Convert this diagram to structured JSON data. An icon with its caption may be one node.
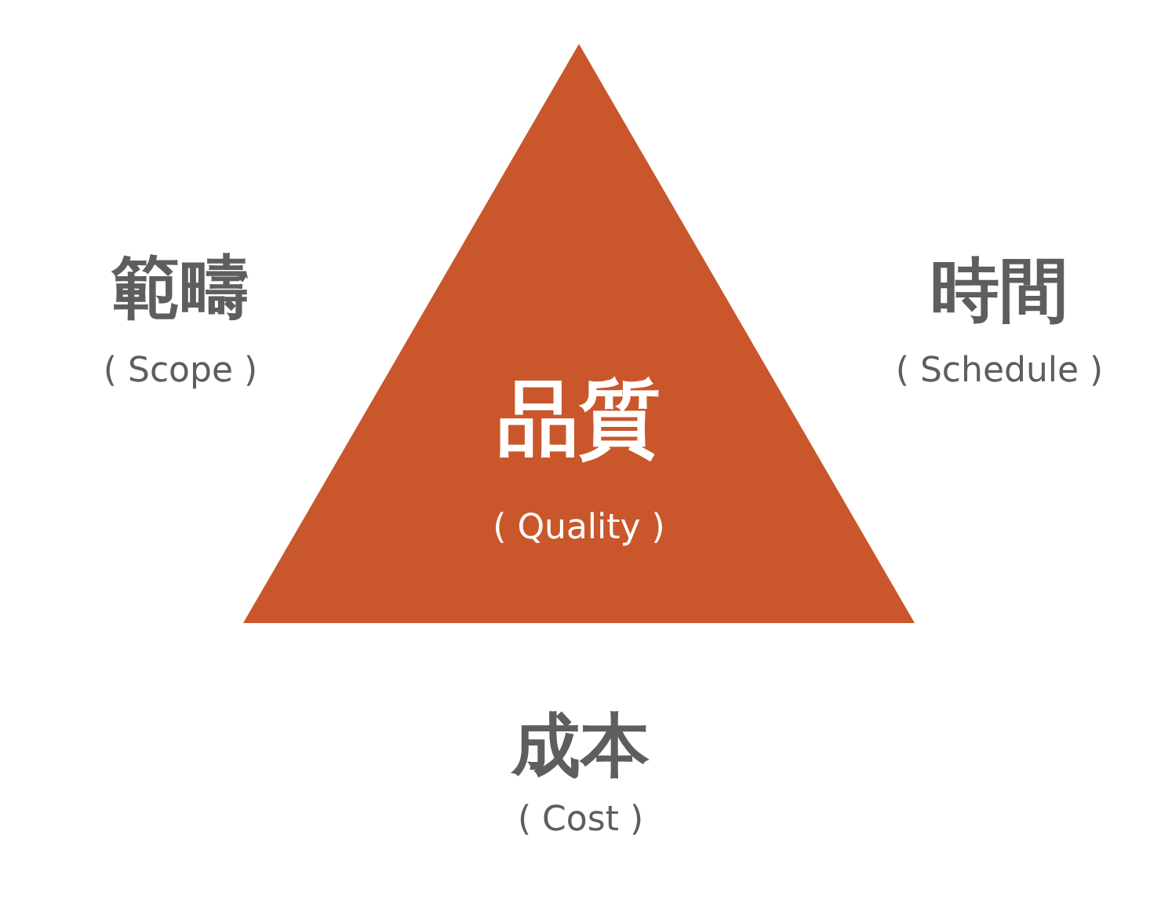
{
  "diagram": {
    "nodes": [
      {
        "text": [
          "品質",
          "( Quality )"
        ]
      }
    ],
    "labels": [
      "範疇",
      "( Scope )",
      "時間",
      "( Schedule )",
      "成本",
      "( Cost )"
    ]
  }
}
